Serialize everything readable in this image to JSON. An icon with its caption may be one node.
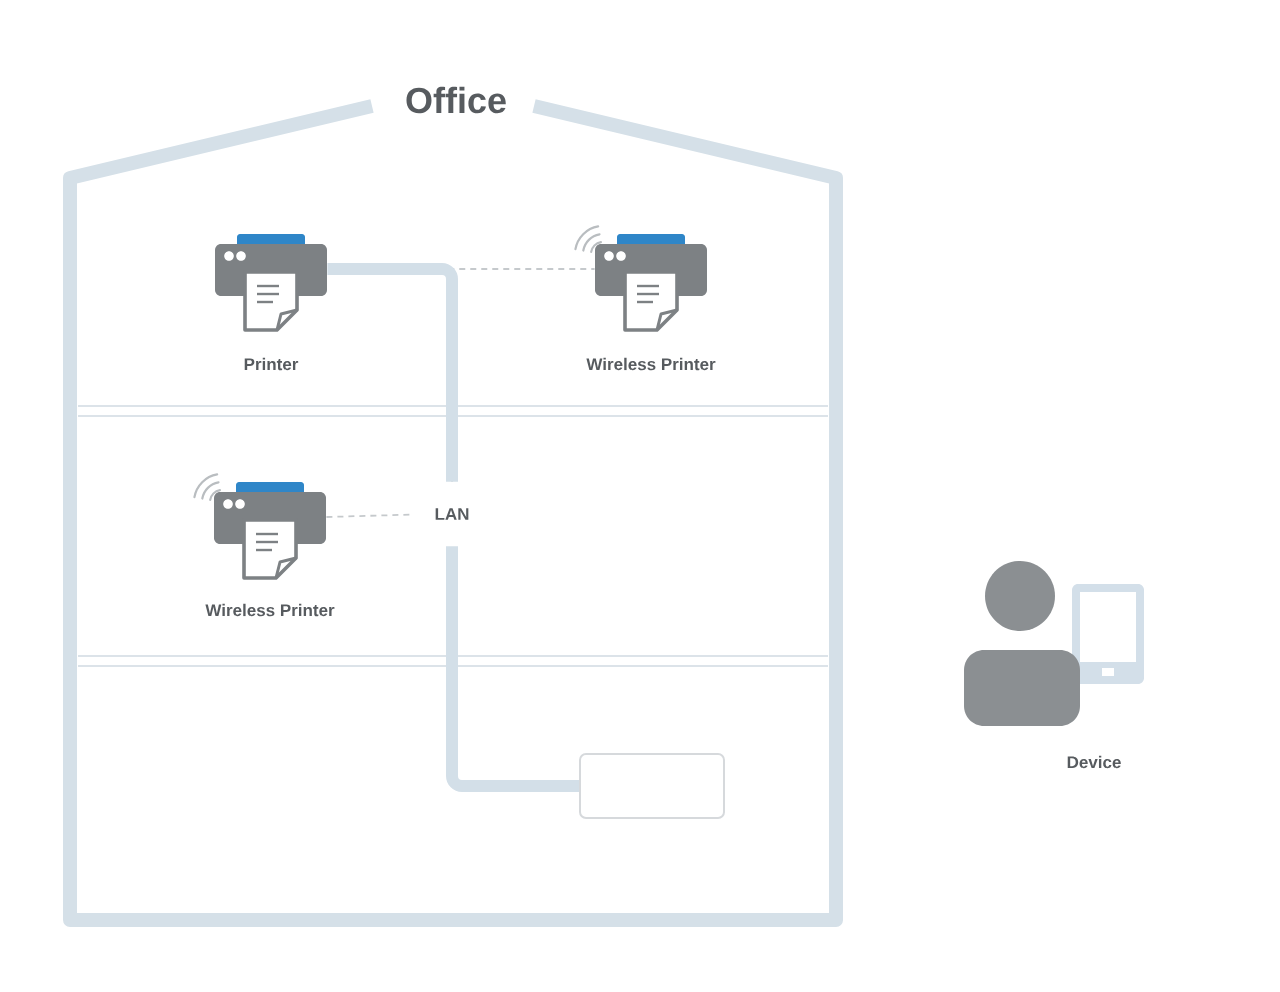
{
  "diagram": {
    "nodes": [
      {
        "text": [
          "Office"
        ]
      },
      {
        "text": [
          "Printer"
        ],
        "in": 0
      },
      {
        "text": [
          "Wireless Printer"
        ],
        "in": 0
      },
      {
        "text": [
          "LAN"
        ],
        "in": 0
      },
      {
        "text": [
          "Wireless Printer"
        ],
        "in": 0
      },
      {
        "text": [],
        "shape": "box",
        "in": 0
      },
      {
        "text": [
          "Device"
        ]
      }
    ],
    "edges": [
      {
        "from": 1,
        "to": 3,
        "arrow": "none",
        "style": "thick",
        "color": "#d3dfe8"
      },
      {
        "from": 3,
        "to": 2,
        "arrow": "none",
        "style": "dashed"
      },
      {
        "from": 4,
        "to": 3,
        "arrow": "none",
        "style": "dashed"
      },
      {
        "from": 3,
        "to": 5,
        "arrow": "none",
        "style": "thick",
        "color": "#d3dfe8"
      }
    ]
  }
}
